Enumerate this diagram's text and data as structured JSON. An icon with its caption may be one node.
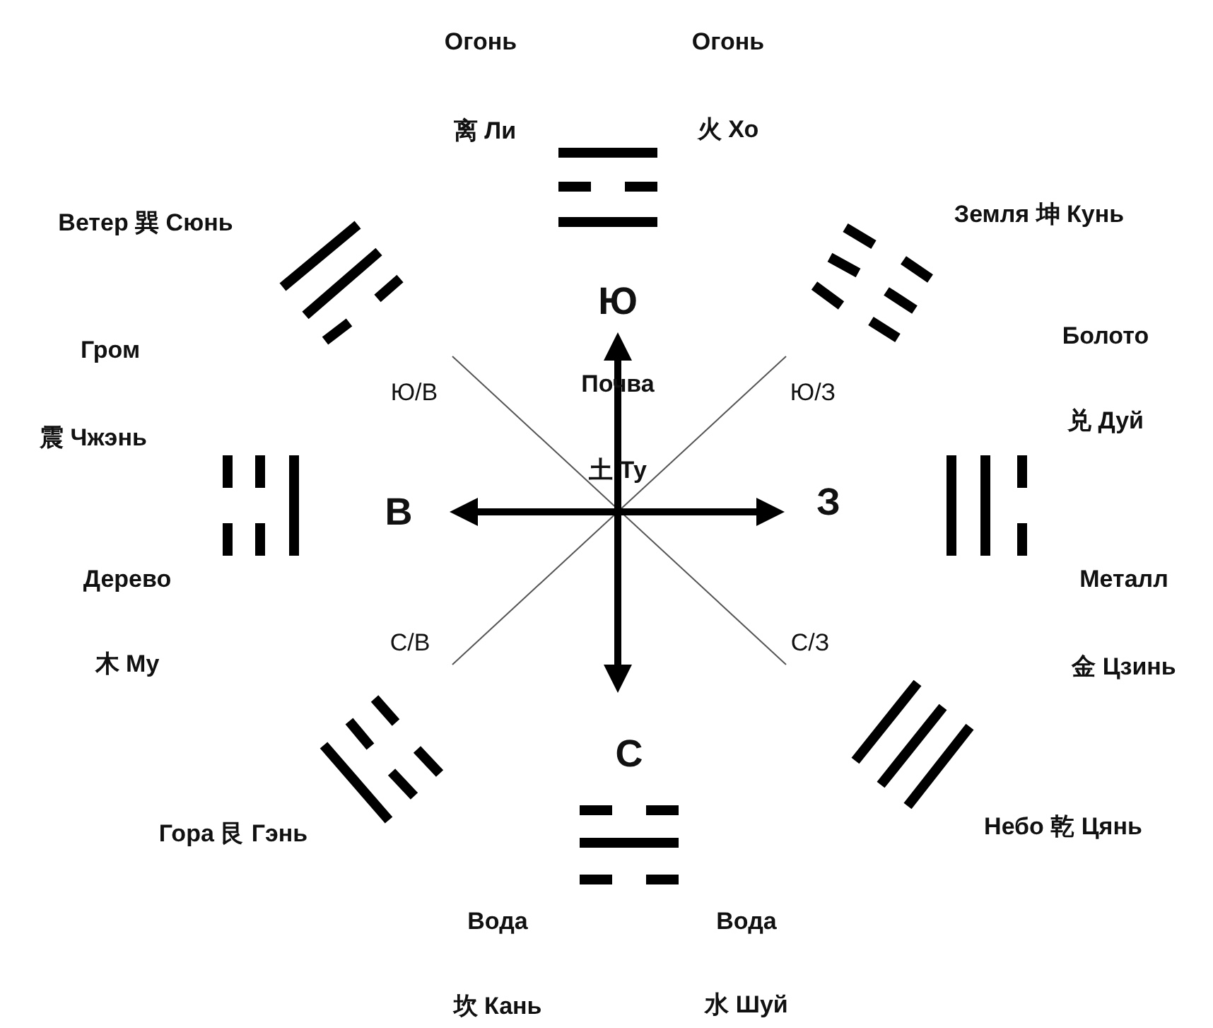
{
  "diagram": {
    "labels": [
      "Огонь",
      "Огонь",
      "离 Ли",
      "火 Хо",
      "Ветер 巽 Сюнь",
      "Земля 坤 Кунь",
      "Ю",
      "Гром",
      "Болото",
      "Ю/В",
      "Почва",
      "Ю/З",
      "震 Чжэнь",
      "兑 Дуй",
      "土 Ту",
      "В",
      "З",
      "Дерево",
      "Металл",
      "С/В",
      "С/З",
      "木 Му",
      "金 Цзинь",
      "С",
      "Гора 艮 Гэнь",
      "Небо 乾 Цянь",
      "Вода",
      "Вода",
      "坎 Кань",
      "水 Шуй"
    ]
  }
}
